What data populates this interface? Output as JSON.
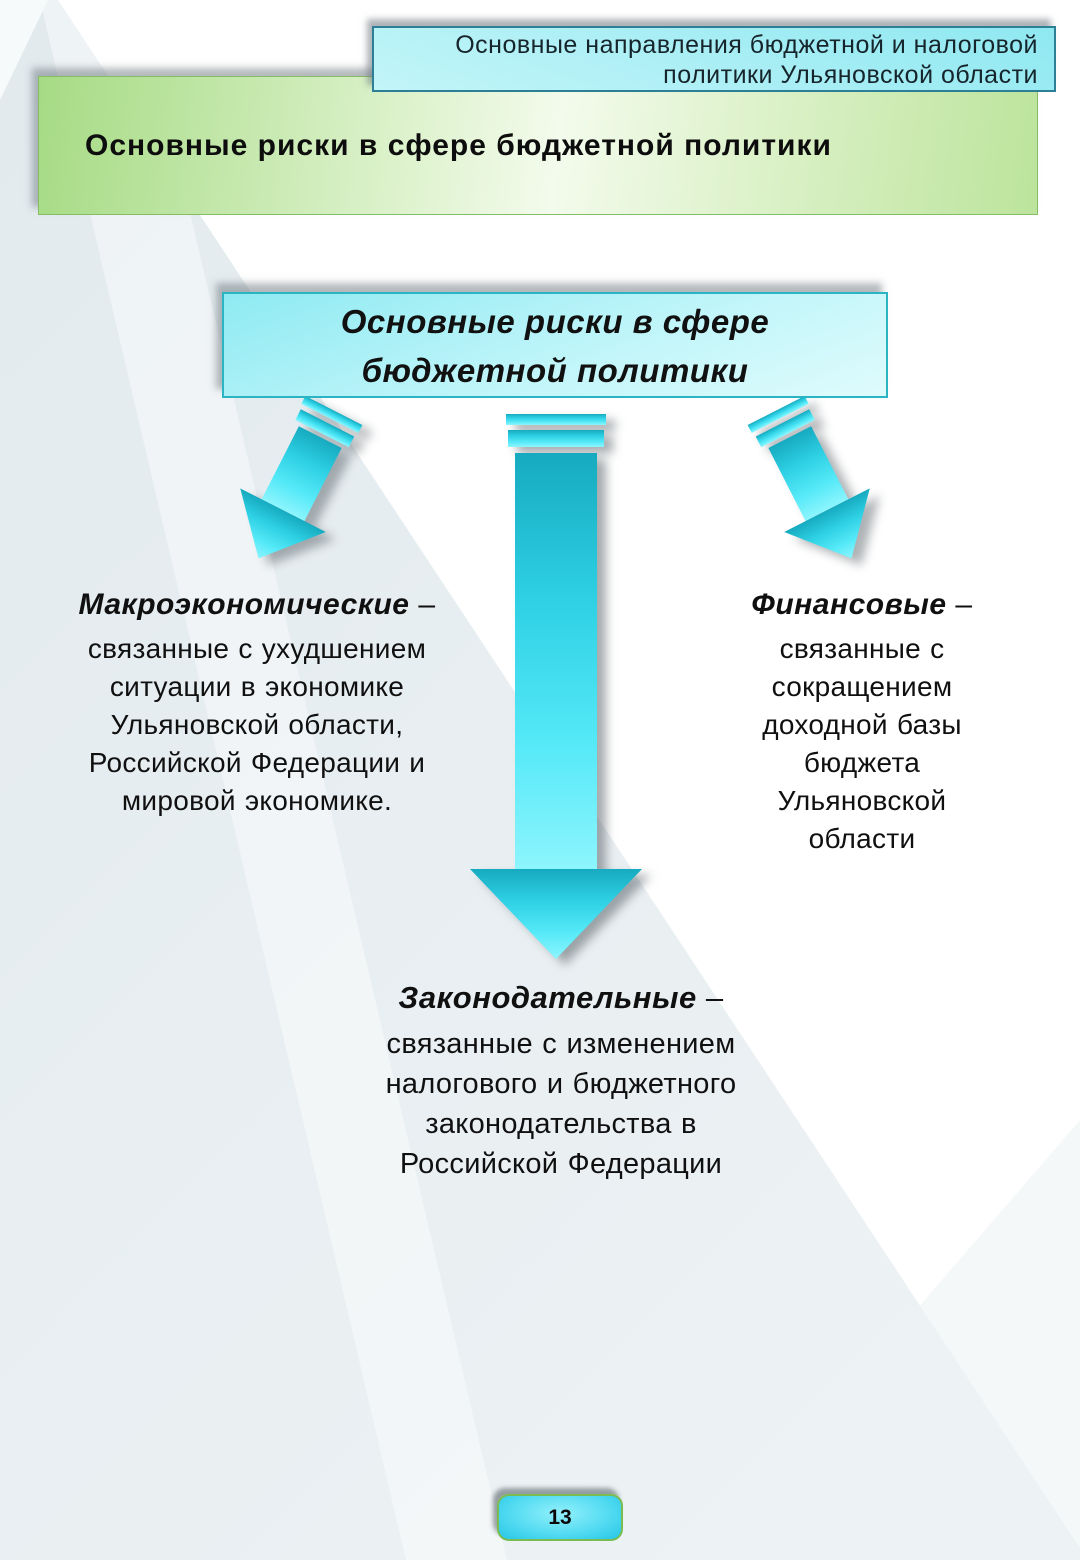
{
  "slide": {
    "corner_banner": {
      "line1": "Основные направления бюджетной и налоговой",
      "line2": "политики Ульяновской области"
    },
    "title_banner": "Основные риски в сфере бюджетной политики",
    "central_box": {
      "line1": "Основные риски в сфере",
      "line2": "бюджетной политики"
    },
    "branches": [
      {
        "title": "Макроэкономические",
        "dash": " –",
        "lines": [
          "связанные с ухудшением",
          "ситуации в экономике",
          "Ульяновской области,",
          "Российской Федерации и",
          "мировой экономике."
        ]
      },
      {
        "title": "Финансовые",
        "dash": " –",
        "lines": [
          "связанные с",
          "сокращением",
          "доходной базы",
          "бюджета",
          "Ульяновской",
          "области"
        ]
      },
      {
        "title": "Законодательные",
        "dash": " –",
        "lines": [
          "связанные с изменением",
          "налогового и бюджетного",
          "законодательства в",
          "Российской Федерации"
        ]
      }
    ],
    "page_number": "13",
    "colors": {
      "accent_cyan": "#2ed0e4",
      "accent_green": "#a6db84",
      "background_wedge": "#e7edf0"
    }
  }
}
